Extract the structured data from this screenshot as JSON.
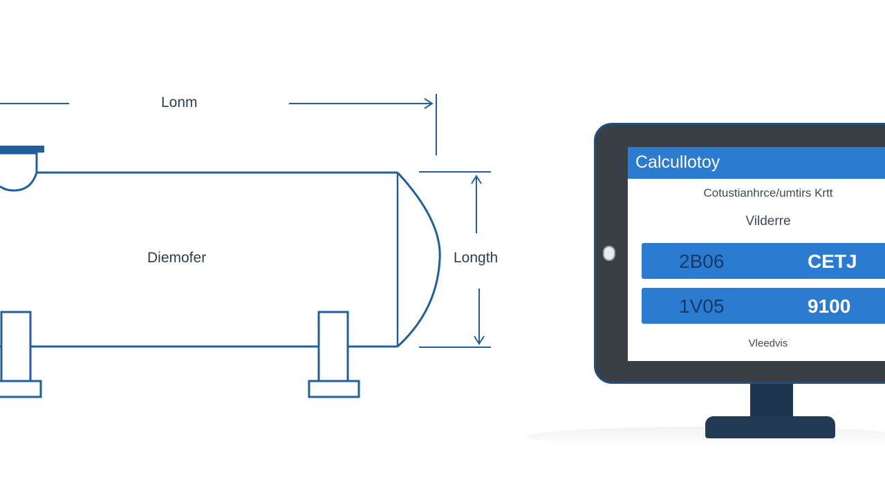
{
  "diagram": {
    "top_dimension_label": "Lonm",
    "diameter_label": "Diemofer",
    "length_label": "Longth"
  },
  "monitor": {
    "title": "Calcullotoy",
    "subtitle": "Cotustianhrce/umtirs Krtt",
    "label": "Vilderre",
    "rows": [
      {
        "left": "2B06",
        "right": "CETJ"
      },
      {
        "left": "1V05",
        "right": "9100"
      }
    ],
    "footer": "Vleedvis"
  },
  "colors": {
    "line_blue": "#1f5f9e",
    "screen_blue": "#2b7bd1",
    "bezel": "#3a3f46",
    "stand": "#1e3550"
  }
}
